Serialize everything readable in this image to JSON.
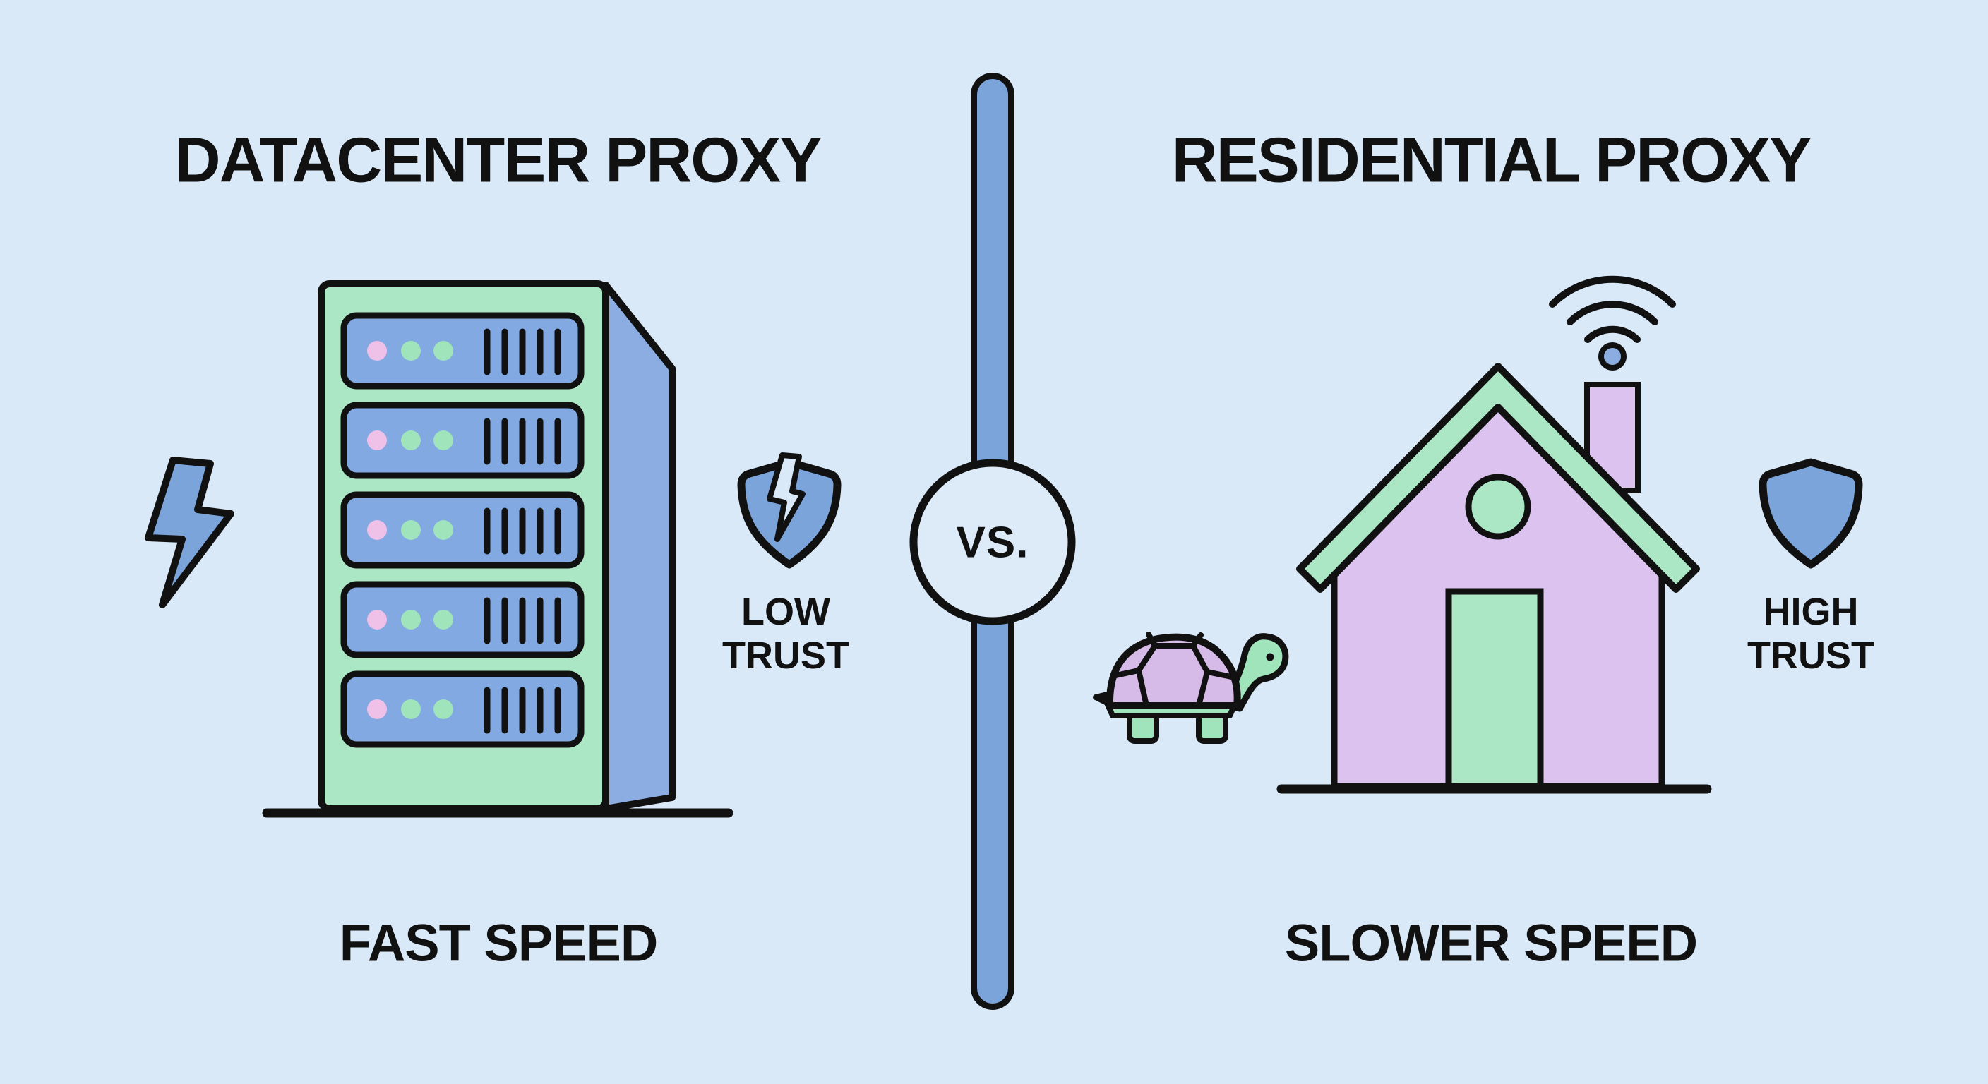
{
  "colors": {
    "background": "#d9e9f8",
    "outline": "#111111",
    "green": "#abe7c4",
    "blue": "#7ba4db",
    "panel_blue": "#8cade1",
    "row_blue": "#82a9e2",
    "purple": "#dcc3ef",
    "shell_purple": "#d6bbe9",
    "pink_dot": "#efc1e8",
    "green_dot": "#9fe4bb",
    "circle_fill": "#ddebf9"
  },
  "left": {
    "title": "DATACENTER PROXY",
    "speed_label": "FAST SPEED",
    "trust": {
      "lines": [
        "LOW",
        "TRUST"
      ]
    },
    "icons": {
      "main": "server-rack-icon",
      "speed": "lightning-bolt-icon",
      "trust": "cracked-shield-icon"
    }
  },
  "divider": {
    "vs_label": "VS."
  },
  "right": {
    "title": "RESIDENTIAL PROXY",
    "speed_label": "SLOWER SPEED",
    "trust": {
      "lines": [
        "HIGH",
        "TRUST"
      ]
    },
    "icons": {
      "main": "house-with-wifi-icon",
      "speed": "turtle-icon",
      "trust": "shield-icon"
    }
  }
}
